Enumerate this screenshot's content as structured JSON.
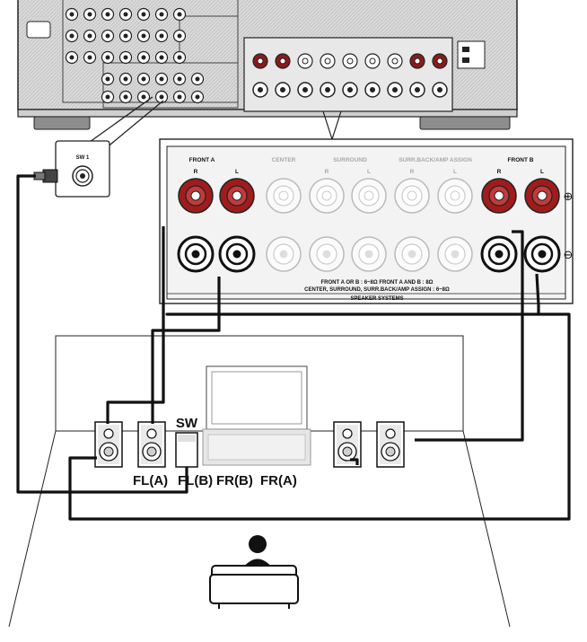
{
  "switch": {
    "label": "SW 1"
  },
  "panel": {
    "groups": {
      "front_a": "FRONT A",
      "center": "CENTER",
      "surround": "SURROUND",
      "surr_back": "SURR.BACK/AMP ASSIGN",
      "front_b": "FRONT B"
    },
    "channel_labels": {
      "front_a": [
        "R",
        "L"
      ],
      "surround": [
        "R",
        "L"
      ],
      "surr_back": [
        "R",
        "L"
      ],
      "front_b": [
        "R",
        "L"
      ]
    },
    "polarity": {
      "plus": "⊕",
      "minus": "⊖"
    },
    "impedance_line1": "FRONT A  OR  B : 6~8Ω      FRONT A  AND  B : 8Ω",
    "impedance_line2": "CENTER, SURROUND, SURR.BACK/AMP ASSIGN : 6~8Ω",
    "footer": "SPEAKER SYSTEMS"
  },
  "room": {
    "sw_label": "SW",
    "speaker_labels": [
      "FL(A)",
      "FL(B)",
      "FR(B)",
      "FR(A)"
    ]
  }
}
